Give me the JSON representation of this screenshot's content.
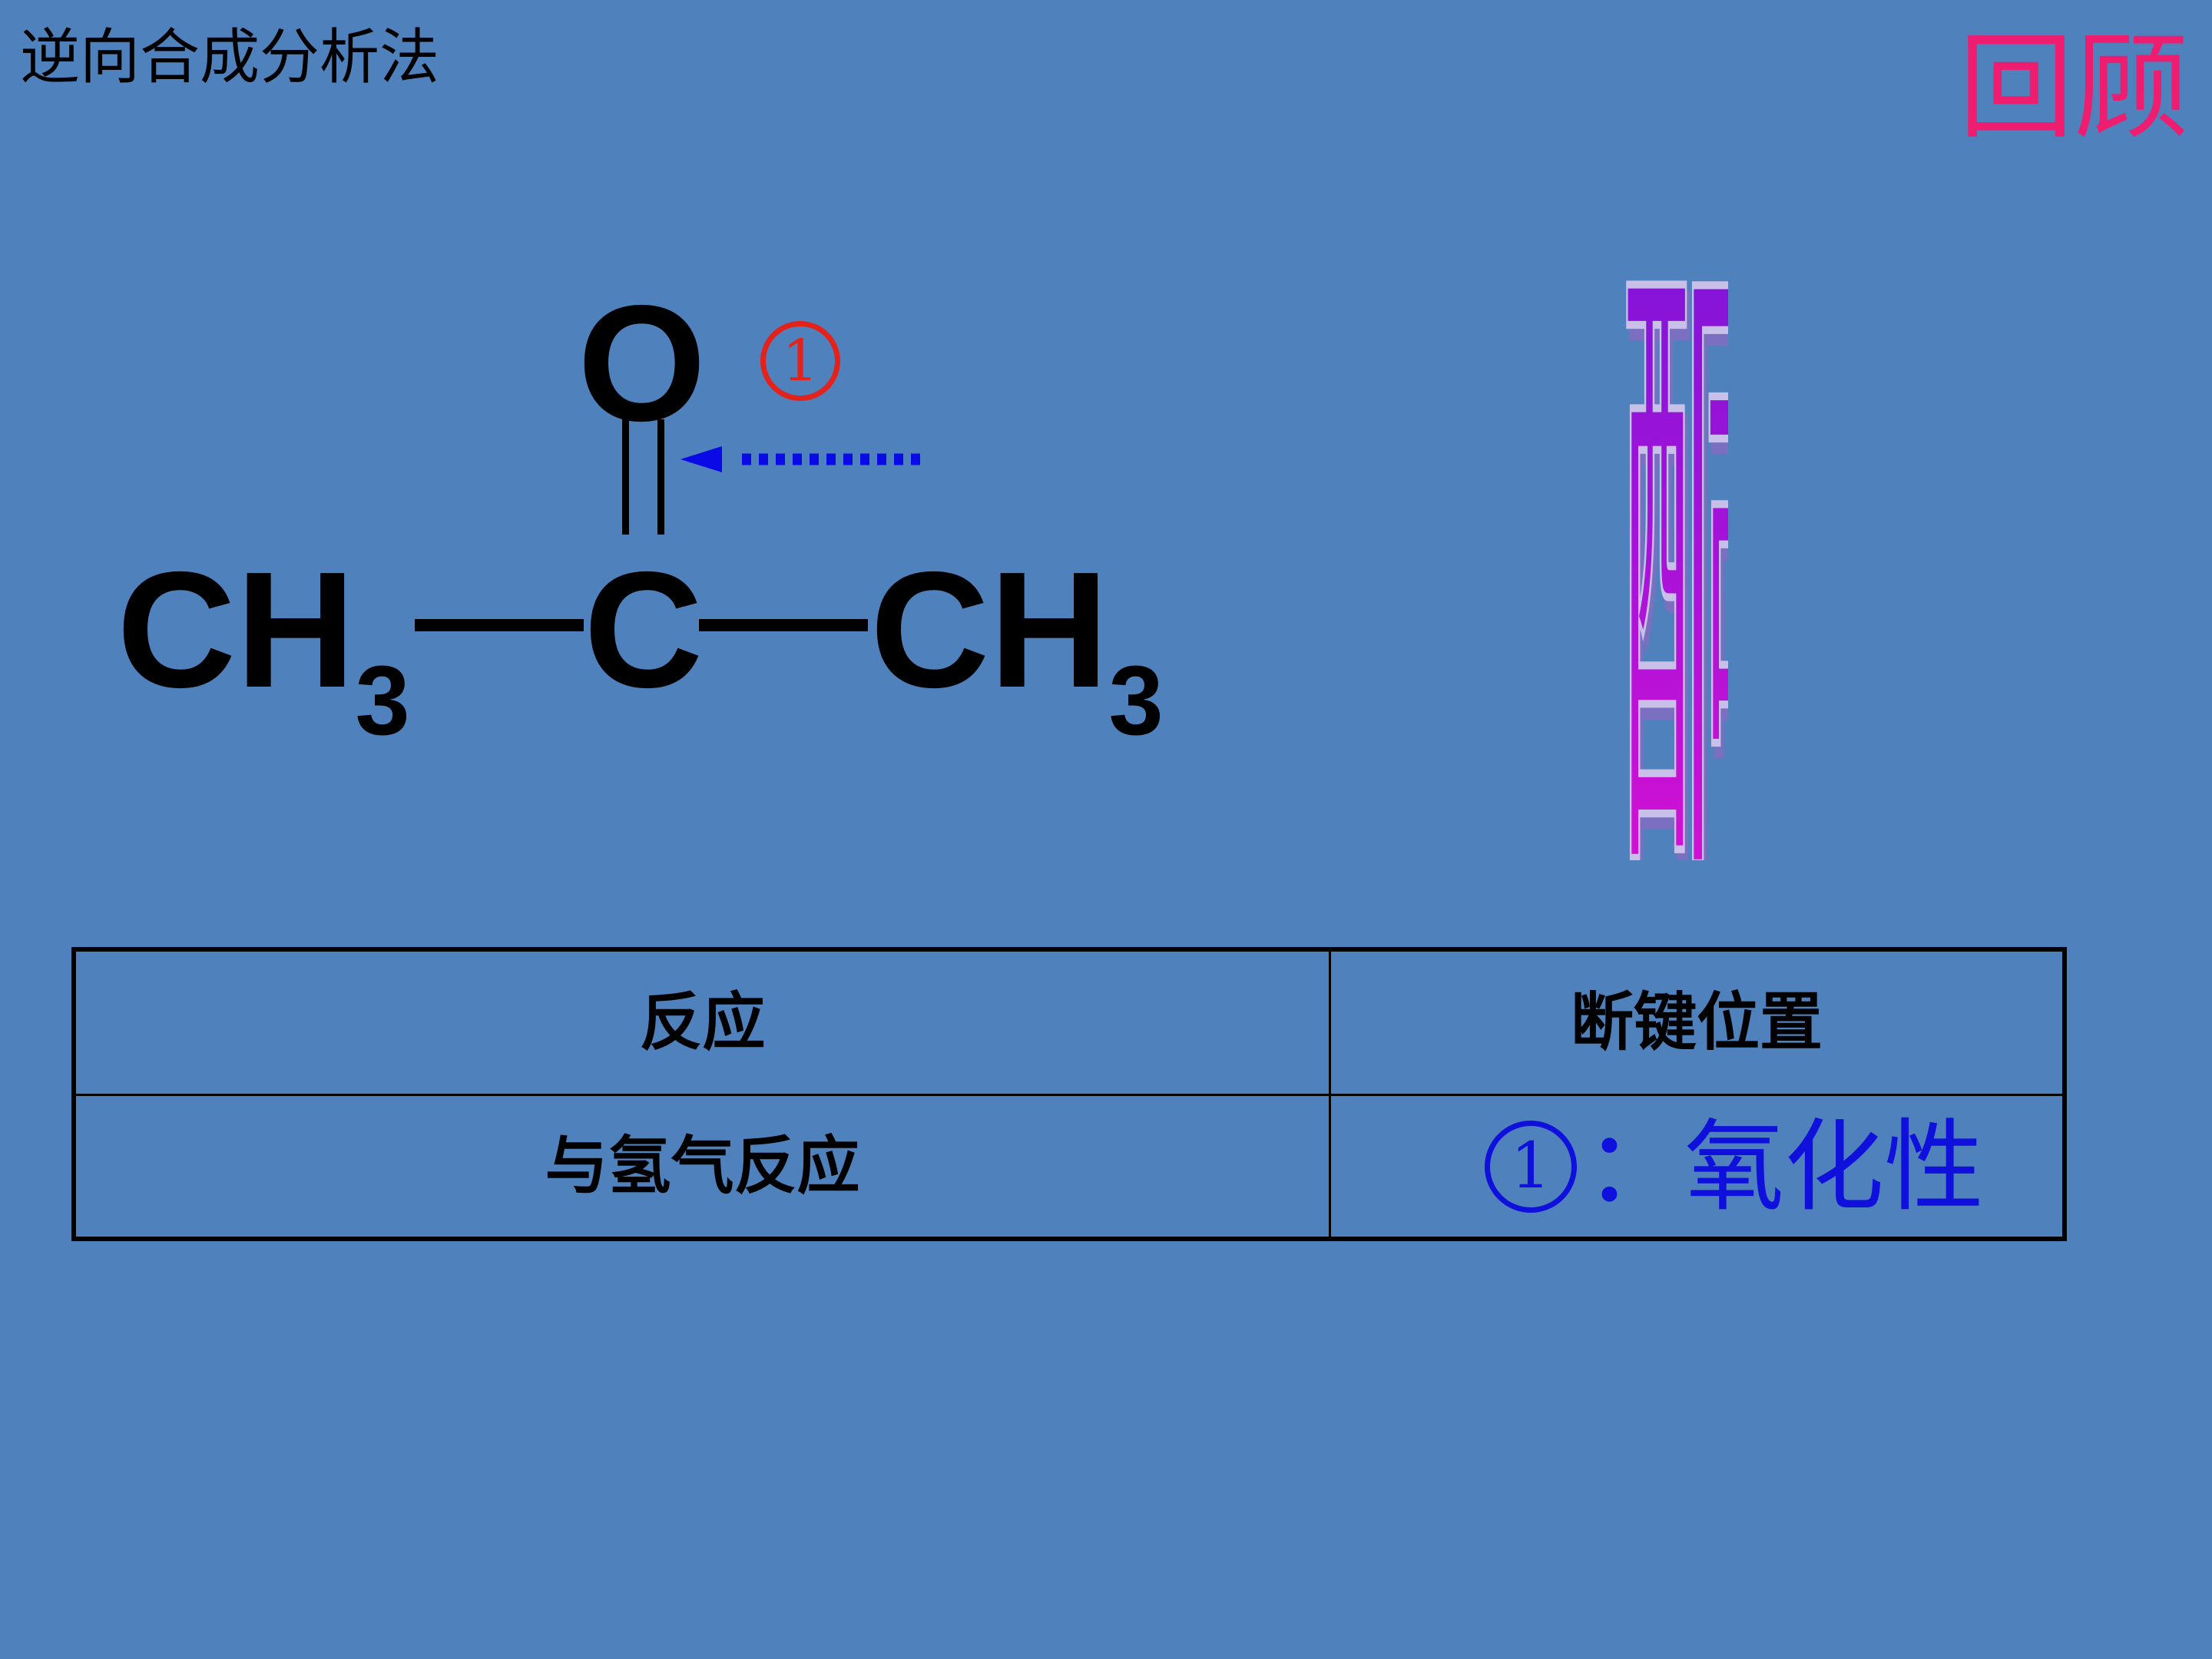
{
  "slide": {
    "title": "逆向合成分析法",
    "review_label": "回顾"
  },
  "structure": {
    "oxygen": "O",
    "left_group": "CH",
    "left_sub": "3",
    "center_carbon": "C",
    "right_group": "CH",
    "right_sub": "3",
    "bond_marker": "1"
  },
  "highlight_char": "酮",
  "table": {
    "headers": [
      "反应",
      "断键位置"
    ],
    "rows": [
      {
        "reaction": "与氢气反应",
        "bond_number": "1",
        "answer": "：氧化性"
      }
    ]
  },
  "colors": {
    "background": "#4f81bd",
    "review": "#ee1d70",
    "marker": "#e3231b",
    "arrow": "#0a0ae6",
    "answer": "#1010dc"
  }
}
